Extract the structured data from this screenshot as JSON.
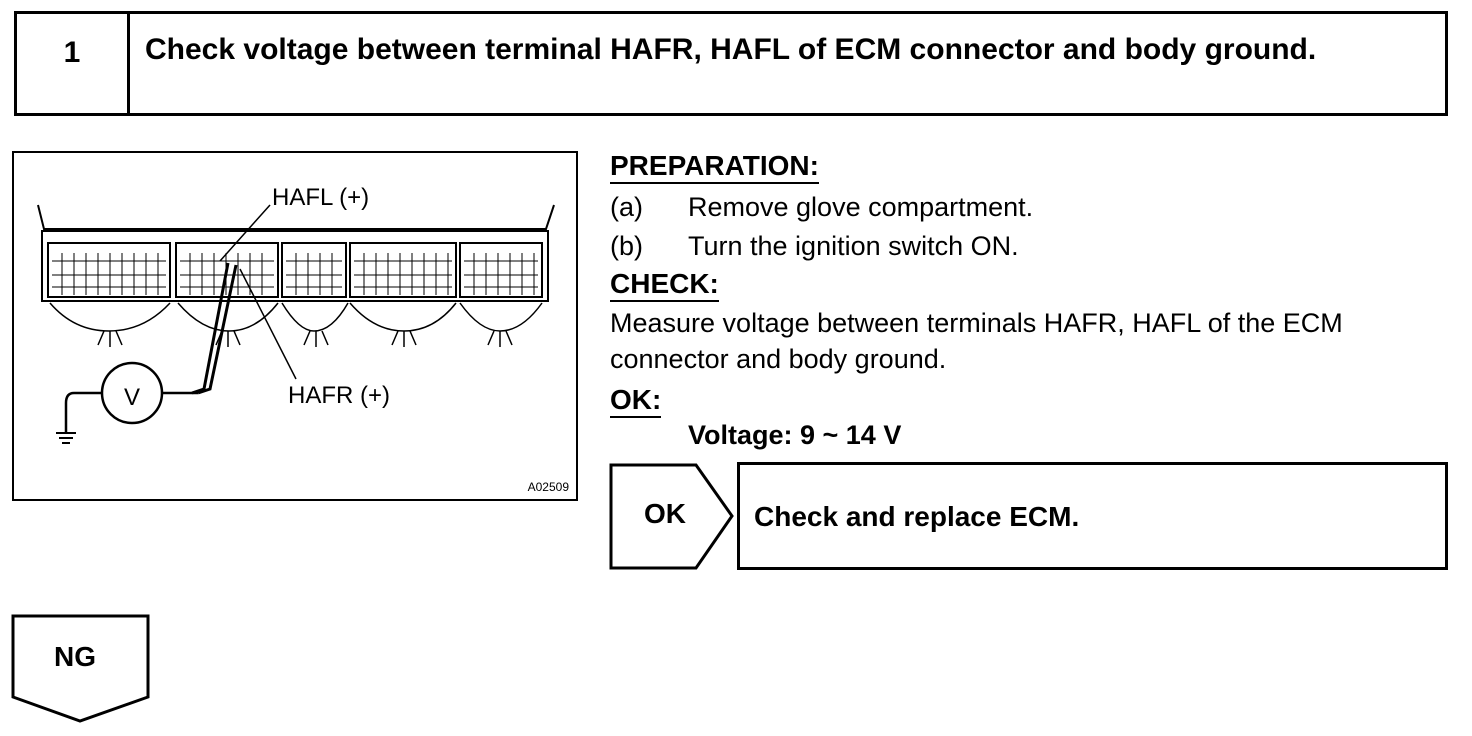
{
  "step": {
    "number": "1",
    "title": "Check voltage between terminal HAFR, HAFL of ECM connector and body ground."
  },
  "figure": {
    "label_hafl": "HAFL (+)",
    "label_hafr": "HAFR (+)",
    "meter_symbol": "V",
    "figure_id": "A02509"
  },
  "preparation": {
    "heading": "PREPARATION:",
    "steps": [
      {
        "letter": "(a)",
        "text": "Remove glove compartment."
      },
      {
        "letter": "(b)",
        "text": "Turn the ignition switch ON."
      }
    ]
  },
  "check": {
    "heading": "CHECK:",
    "text": "Measure voltage between terminals HAFR, HAFL of the ECM connector and body ground."
  },
  "ok": {
    "heading": "OK:",
    "spec": "Voltage: 9 ~ 14 V"
  },
  "result_ok": {
    "label": "OK",
    "action": "Check and replace ECM."
  },
  "result_ng": {
    "label": "NG"
  }
}
